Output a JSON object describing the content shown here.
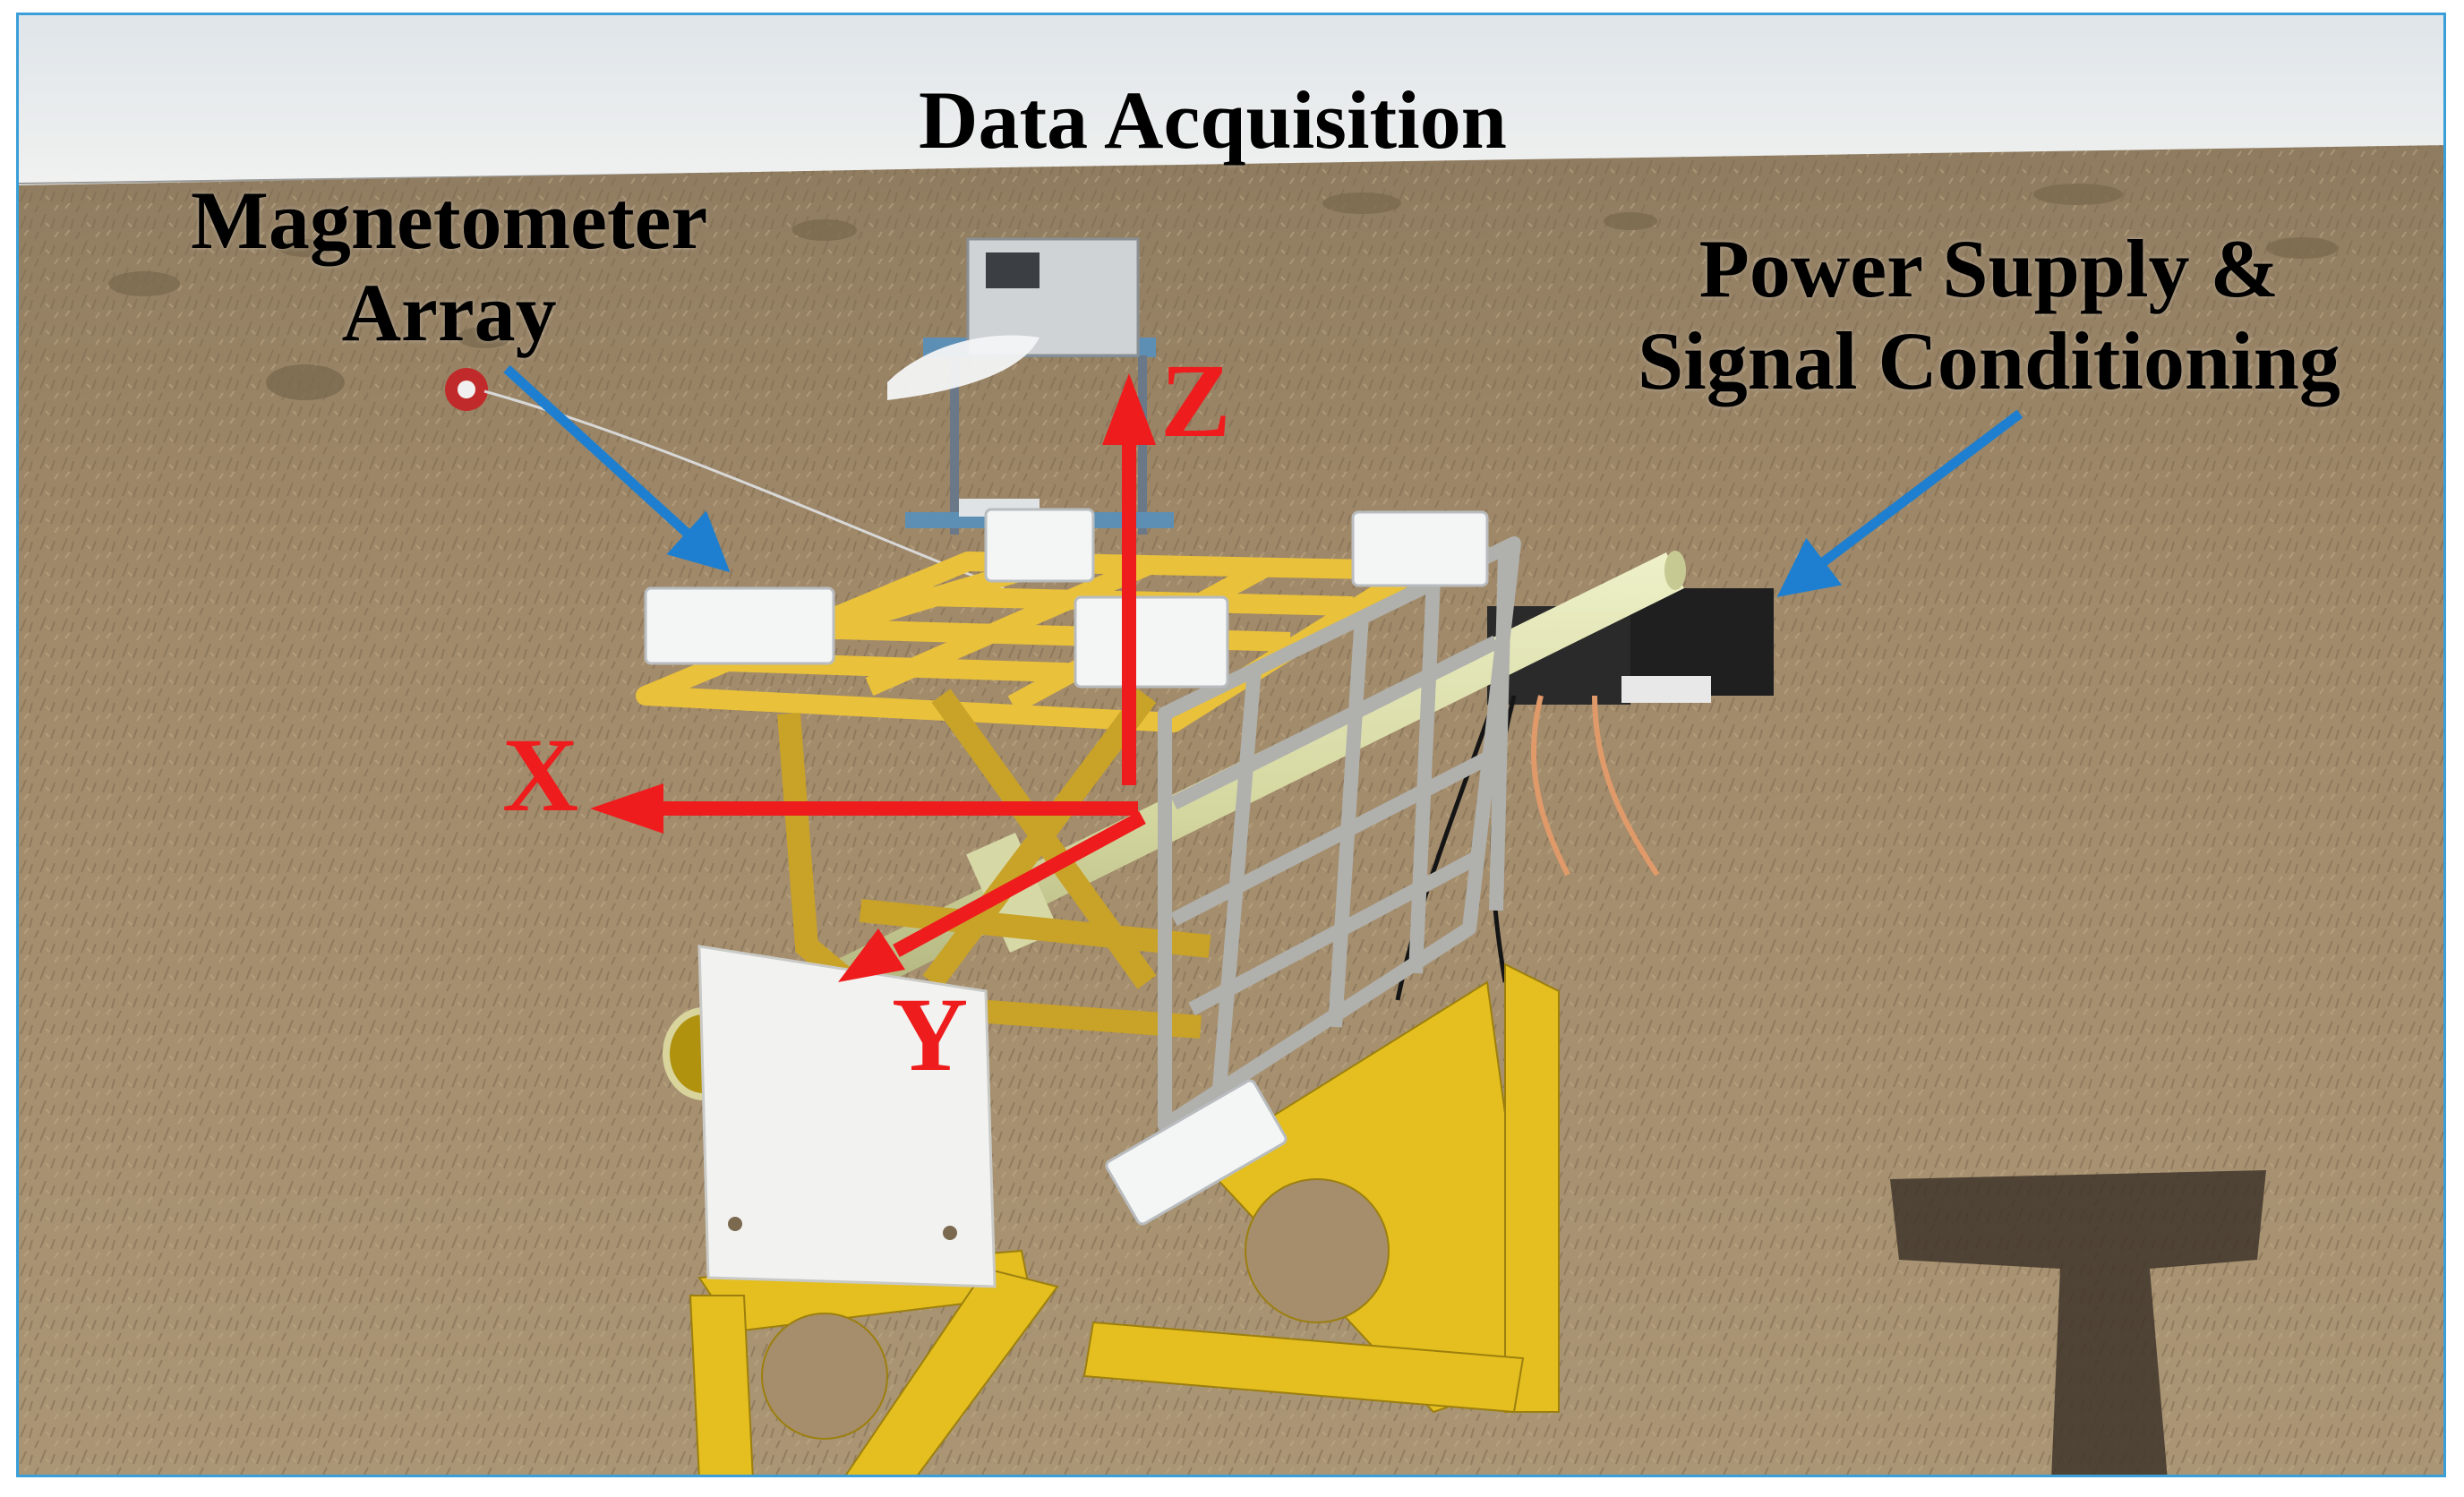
{
  "labels": {
    "data_acquisition": "Data Acquisition",
    "magnetometer_line1": "Magnetometer",
    "magnetometer_line2": "Array",
    "power_line1": "Power Supply &",
    "power_line2": "Signal Conditioning"
  },
  "axes": {
    "x": "X",
    "y": "Y",
    "z": "Z"
  },
  "colors": {
    "frame_border": "#3a9fd8",
    "callout_arrow": "#1e7fd0",
    "axis_arrow": "#ee1c1c",
    "label_text": "#000000",
    "sky": "#e9edf0",
    "ground": "#a68e6d",
    "stand_yellow": "#e6c21e",
    "frame_metal": "#a7a7a3"
  }
}
